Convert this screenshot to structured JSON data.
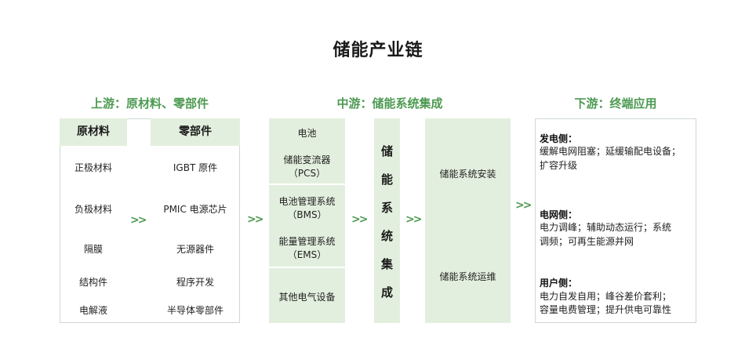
{
  "title": "储能产业链",
  "upstream": {
    "title": "上游：原材料、零部件",
    "materials_header": "原材料",
    "components_header": "零部件",
    "materials": [
      "正极材料",
      "负极材料",
      "隔膜",
      "结构件",
      "电解液"
    ],
    "components": [
      "IGBT 原件",
      "PMIC 电源芯片",
      "无源器件",
      "程序开发",
      "半导体零部件"
    ]
  },
  "midstream": {
    "title": "中游：储能系统集成",
    "devices": {
      "battery": "电池",
      "pcs_line1": "储能变流器",
      "pcs_line2": "（PCS）",
      "bms_line1": "电池管理系统",
      "bms_line2": "（BMS）",
      "ems_line1": "能量管理系统",
      "ems_line2": "（EMS）",
      "other": "其他电气设备"
    },
    "integration_chars": [
      "储",
      "能",
      "系",
      "统",
      "集",
      "成"
    ],
    "install": "储能系统安装",
    "maintain": "储能系统运维"
  },
  "downstream": {
    "title": "下游：终端应用",
    "blocks": [
      {
        "label": "发电侧：",
        "line1": "缓解电网阻塞；延缓输配电设备；",
        "line2": "扩容升级"
      },
      {
        "label": "电网侧：",
        "line1": "电力调峰；辅助动态运行；系统",
        "line2": "调频；可再生能源并网"
      },
      {
        "label": "用户侧：",
        "line1": "电力自发自用；峰谷差价套利；",
        "line2": "容量电费管理；提升供电可靠性"
      }
    ]
  },
  "arrow_symbol": ">>"
}
